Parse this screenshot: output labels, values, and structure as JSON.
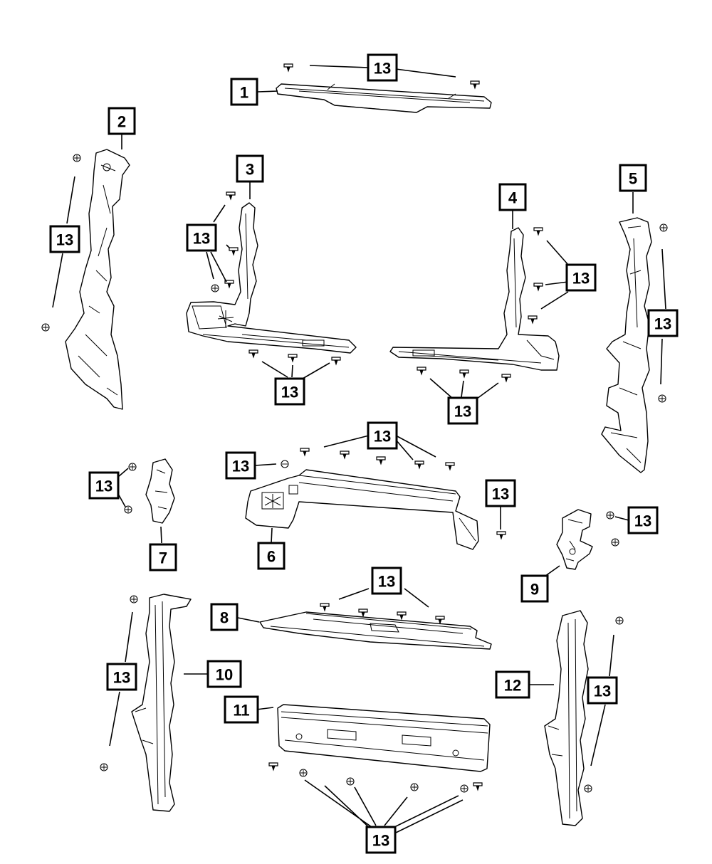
{
  "colors": {
    "line": "#000000",
    "background": "#ffffff"
  },
  "callouts": [
    "1",
    "2",
    "3",
    "4",
    "5",
    "6",
    "7",
    "8",
    "9",
    "10",
    "11",
    "12",
    "13"
  ]
}
